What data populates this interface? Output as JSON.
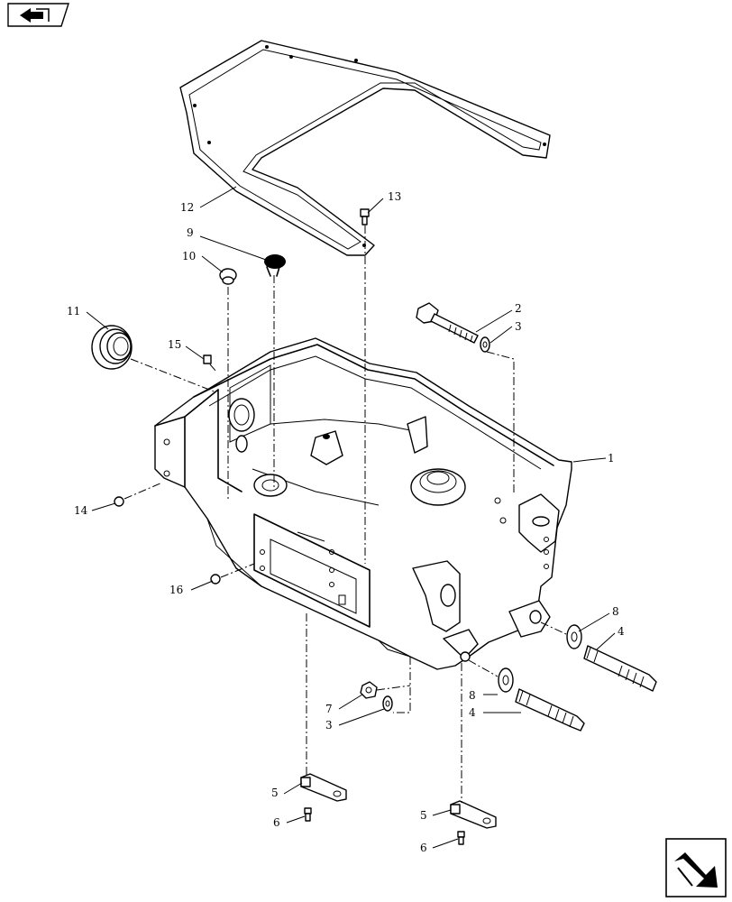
{
  "nav": {
    "back_icon": "arrow-back-icon",
    "next_icon": "arrow-next-icon"
  },
  "callouts": {
    "c1": "1",
    "c2": "2",
    "c3a": "3",
    "c3b": "3",
    "c4a": "4",
    "c4b": "4",
    "c5a": "5",
    "c5b": "5",
    "c6a": "6",
    "c6b": "6",
    "c7": "7",
    "c8a": "8",
    "c8b": "8",
    "c9": "9",
    "c10": "10",
    "c11": "11",
    "c12": "12",
    "c13": "13",
    "c14": "14",
    "c15": "15",
    "c16": "16"
  }
}
